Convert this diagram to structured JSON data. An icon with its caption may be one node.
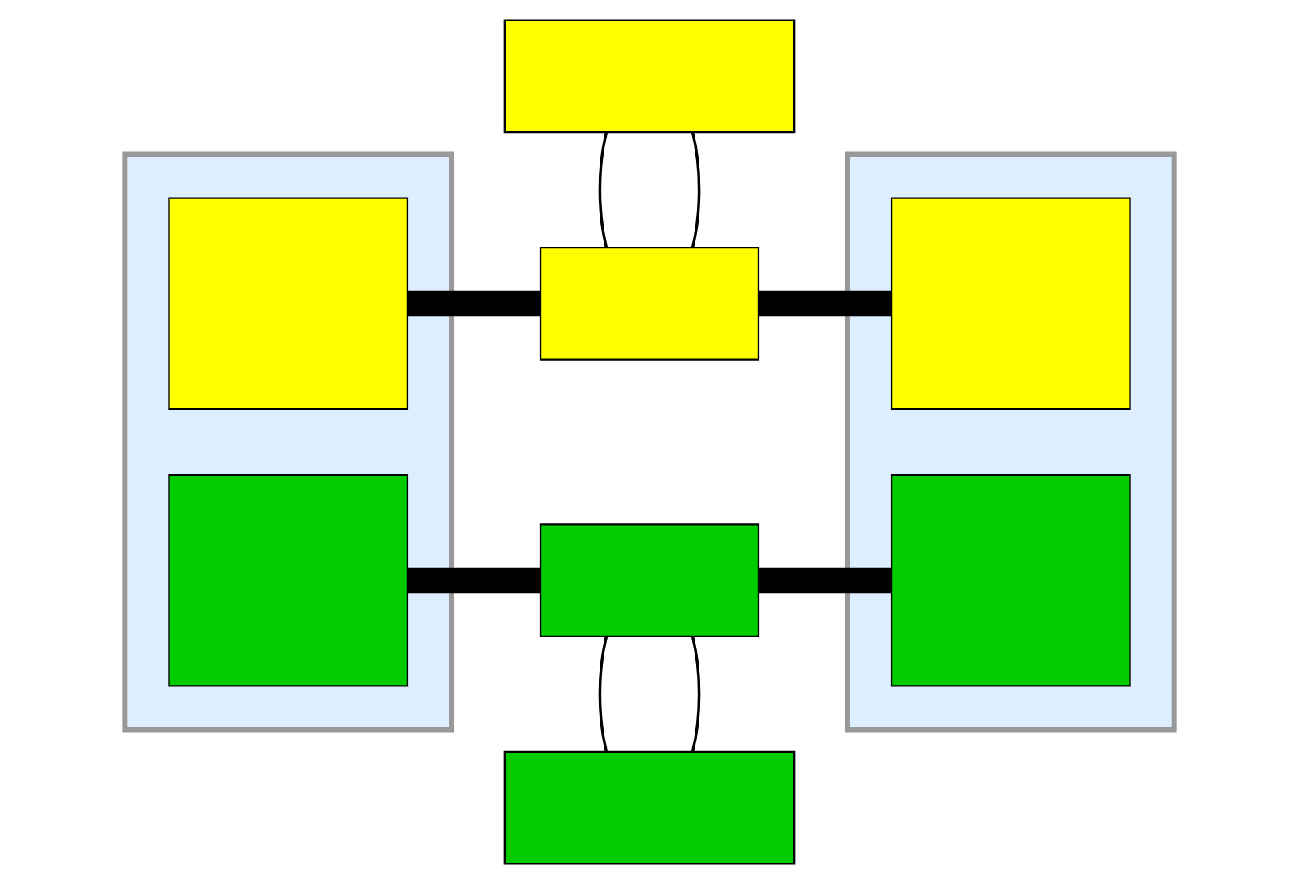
{
  "diagram": {
    "nodes": [
      {
        "text": [],
        "shape": "box"
      },
      {
        "text": [],
        "shape": "box",
        "in": 0
      },
      {
        "text": [],
        "shape": "box",
        "in": 0
      },
      {
        "text": [],
        "shape": "box"
      },
      {
        "text": [],
        "shape": "box"
      },
      {
        "text": [],
        "shape": "box"
      },
      {
        "text": [],
        "shape": "box"
      },
      {
        "text": [],
        "shape": "box"
      },
      {
        "text": [],
        "shape": "box",
        "in": 7
      },
      {
        "text": [],
        "shape": "box",
        "in": 7
      }
    ],
    "edges": [
      {
        "from": 3,
        "to": 4,
        "arrow": "none"
      },
      {
        "from": 3,
        "to": 4,
        "arrow": "none"
      },
      {
        "from": 1,
        "to": 4,
        "arrow": "none",
        "style": "thick"
      },
      {
        "from": 4,
        "to": 8,
        "arrow": "none",
        "style": "thick"
      },
      {
        "from": 2,
        "to": 5,
        "arrow": "none",
        "style": "thick"
      },
      {
        "from": 5,
        "to": 9,
        "arrow": "none",
        "style": "thick"
      },
      {
        "from": 5,
        "to": 6,
        "arrow": "none"
      },
      {
        "from": 5,
        "to": 6,
        "arrow": "none"
      }
    ]
  }
}
